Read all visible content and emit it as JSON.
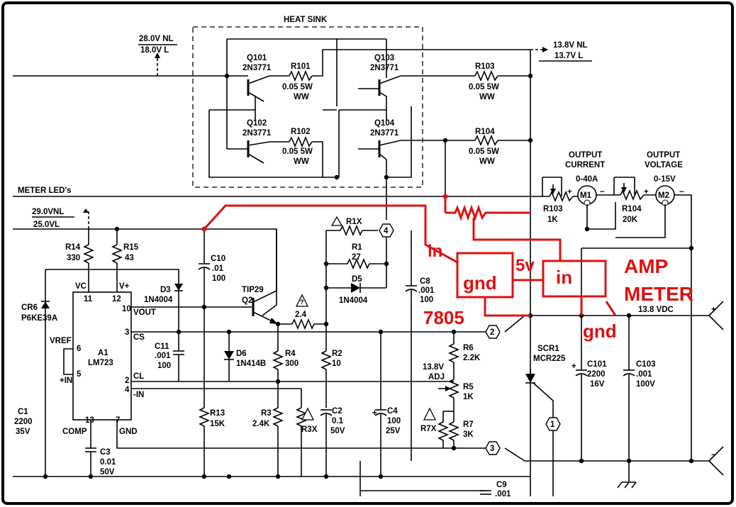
{
  "heatsink_label": "HEAT SINK",
  "out_nl": "13.8V NL",
  "out_l": "13.7V L",
  "in_nl": "28.0V NL",
  "in_l": "18.0V L",
  "aux_nl": "29.0VNL",
  "aux_l": "25.0VL",
  "meter_leds": "METER LED's",
  "q101": [
    "Q101",
    "2N3771"
  ],
  "q102": [
    "Q102",
    "2N3771"
  ],
  "q103": [
    "Q103",
    "2N3771"
  ],
  "q104": [
    "Q104",
    "2N3771"
  ],
  "r101": [
    "R101",
    "0.05 5W",
    "WW"
  ],
  "r102": [
    "R102",
    "0.05 5W",
    "WW"
  ],
  "r103": [
    "R103",
    "0.05 5W",
    "WW"
  ],
  "r104": [
    "R104",
    "0.05 5W",
    "WW"
  ],
  "out_current": [
    "OUTPUT",
    "CURRENT",
    "0-40A"
  ],
  "out_voltage": [
    "OUTPUT",
    "VOLTAGE",
    "0-15V"
  ],
  "m1": "M1",
  "m2": "M2",
  "pot_r103": [
    "R103",
    "1K"
  ],
  "pot_r104": [
    "R104",
    "20K"
  ],
  "r14": [
    "R14",
    "330"
  ],
  "r15": [
    "R15",
    "43"
  ],
  "c10": [
    "C10",
    ".01",
    "100"
  ],
  "r1x": "R1X",
  "r1": [
    "R1",
    "27"
  ],
  "d5": [
    "D5",
    "1N4004"
  ],
  "c8": [
    "C8",
    ".001",
    "100"
  ],
  "node4": "4",
  "node2": "2",
  "node3": "3",
  "node1": "1",
  "tip29": [
    "TIP29",
    "Q2"
  ],
  "r_24": "2.4",
  "d3": [
    "D3",
    "1N4004"
  ],
  "cr6": [
    "CR6",
    "P6KE39A"
  ],
  "a1": [
    "A1",
    "LM723"
  ],
  "pins": {
    "vc": "VC",
    "vplus": "V+",
    "vout": "VOUT",
    "cs": "CS",
    "cl": "CL",
    "nin": "-IN",
    "vref": "VREF",
    "pin": "+IN",
    "comp": "COMP",
    "gnd": "GND"
  },
  "pin_nums": [
    "11",
    "12",
    "10",
    "3",
    "2",
    "4",
    "6",
    "5",
    "13",
    "7"
  ],
  "c11": [
    "C11",
    ".001",
    "100"
  ],
  "d6": [
    "D6",
    "1N414B"
  ],
  "r4": [
    "R4",
    "300"
  ],
  "r2": [
    "R2",
    "10"
  ],
  "r13": [
    "R13",
    "15K"
  ],
  "r3": [
    "R3",
    "2.4K"
  ],
  "r3x": "R3X",
  "c2": [
    "C2",
    "0.1",
    "50V"
  ],
  "c4": [
    "C4",
    "100",
    "25V"
  ],
  "c1": [
    "C1",
    "2200",
    "35V"
  ],
  "c3": [
    "C3",
    "0.01",
    "50V"
  ],
  "adj": [
    "13.8V",
    "ADJ"
  ],
  "r6": [
    "R6",
    "2.2K"
  ],
  "r5": [
    "R5",
    "1K"
  ],
  "r7": [
    "R7",
    "3K"
  ],
  "r7x": "R7X",
  "scr1": [
    "SCR1",
    "MCR225"
  ],
  "c101": [
    "C101",
    "2200",
    "16V"
  ],
  "c103": [
    "C103",
    ".001",
    "100V"
  ],
  "c9": [
    "C9",
    ".001"
  ],
  "out_vdc": "13.8 VDC",
  "tri_mark": "?",
  "plus": "+",
  "minus": "−",
  "annotations": {
    "in_left": "in",
    "gnd_box": "gnd",
    "reg": "7805",
    "five_v": "5v",
    "in_right": "in",
    "gnd_right": "gnd",
    "amp": "AMP",
    "meter": "METER"
  }
}
